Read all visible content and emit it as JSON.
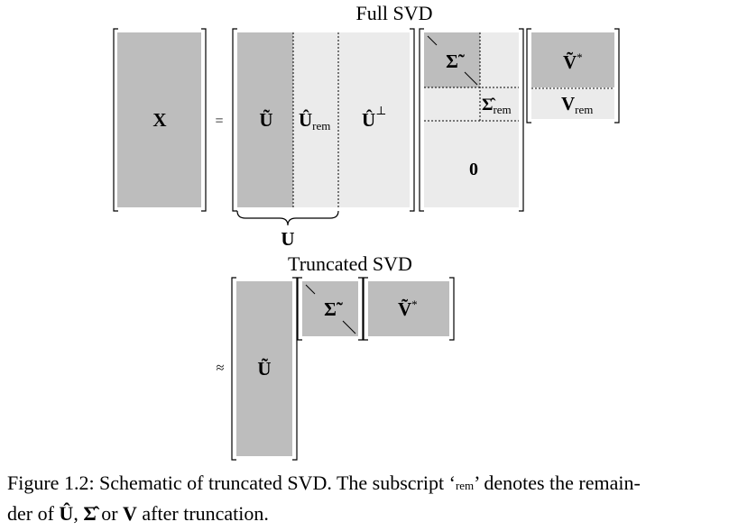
{
  "diagram": {
    "full_title": "Full SVD",
    "truncated_title": "Truncated SVD",
    "equals_sign": "=",
    "approx_sign": "≈",
    "labels": {
      "X": "X",
      "U_tilde": "Ũ",
      "U_hat_rem": "Û",
      "U_hat_perp": "Û",
      "perp_symbol": "⊥",
      "U": "U",
      "Sigma_tilde": "Σ̃",
      "Sigma_hat_rem": "Σ̂",
      "zero": "0",
      "V_tilde_star": "Ṽ",
      "star": "*",
      "V_rem": "V",
      "rem_subscript": "rem"
    },
    "colors": {
      "dark_block": "#bdbdbd",
      "light_block": "#ebebeb",
      "bracket": "#000000"
    }
  },
  "caption": {
    "part1": "Figure 1.2: Schematic of truncated SVD. The subscript ‘",
    "sub": "rem",
    "part2": "’ denotes the remain-",
    "part3": "der of ",
    "U_hat": "Û",
    "sep1": ", ",
    "Sigma_hat": "Σ̂",
    "sep2": " or ",
    "V": "V",
    "part4": " after truncation."
  }
}
